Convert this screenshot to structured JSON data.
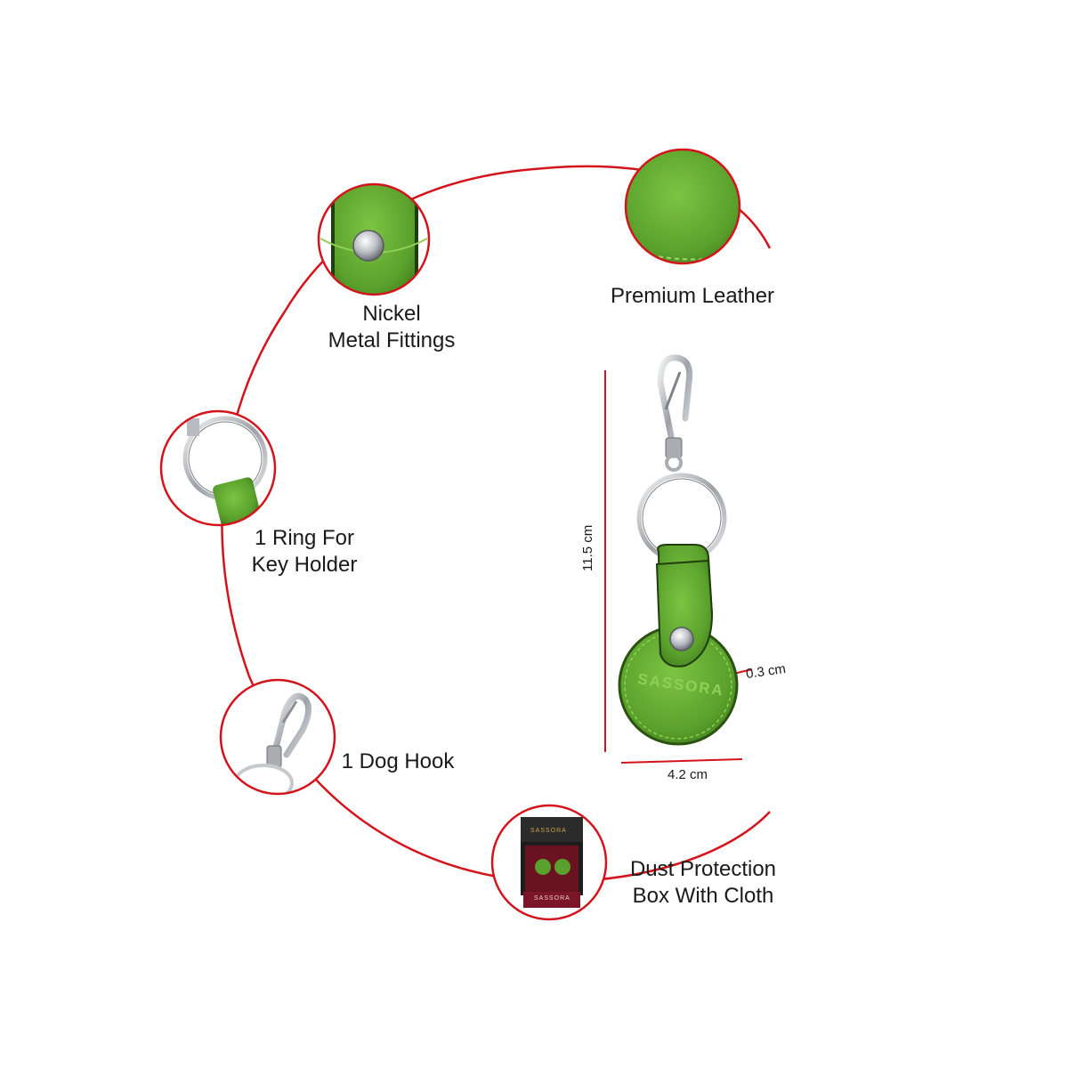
{
  "colors": {
    "arc": "#d4141c",
    "leather": "#5aa02c",
    "leather_dark": "#3f7a1c",
    "leather_light": "#7cc443",
    "metal": "#c9ccd0",
    "box_dark": "#2b2b2b",
    "box_red": "#6b1220"
  },
  "features": {
    "nickel_fittings": {
      "line1": "Nickel",
      "line2": "Metal Fittings",
      "icon": "snap-button-icon"
    },
    "premium_leather": {
      "line1": "Premium Leather",
      "icon": "leather-swatch-icon"
    },
    "ring": {
      "line1": "1 Ring For",
      "line2": "Key Holder",
      "icon": "key-ring-icon"
    },
    "dog_hook": {
      "line1": "1 Dog Hook",
      "icon": "dog-hook-icon"
    },
    "dust_box": {
      "line1": "Dust Protection",
      "line2": "Box With Cloth",
      "icon": "gift-box-icon",
      "box_lid_text": "SASSORA",
      "box_cloth_text": "SASSORA"
    }
  },
  "product": {
    "brand": "SASSORA",
    "dimensions": {
      "height": "11.5 cm",
      "width": "4.2 cm",
      "thickness": "0.3 cm"
    }
  }
}
